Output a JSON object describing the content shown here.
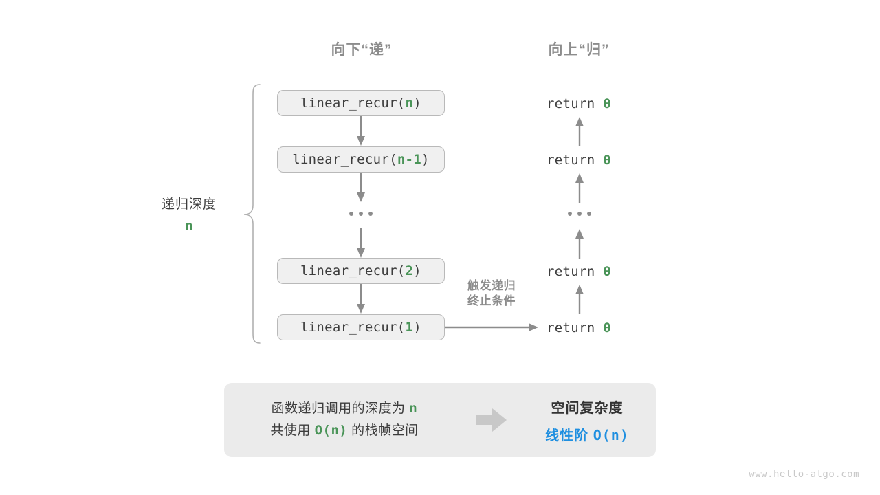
{
  "headers": {
    "down": "向下“递”",
    "up": "向上“归”"
  },
  "depth_label": {
    "text": "递归深度",
    "value": "n"
  },
  "call_stack": [
    {
      "prefix": "linear_recur(",
      "arg": "n",
      "suffix": ")"
    },
    {
      "prefix": "linear_recur(",
      "arg": "n-1",
      "suffix": ")"
    },
    {
      "ellipsis": "..."
    },
    {
      "prefix": "linear_recur(",
      "arg": "2",
      "suffix": ")"
    },
    {
      "prefix": "linear_recur(",
      "arg": "1",
      "suffix": ")"
    }
  ],
  "returns": [
    {
      "keyword": "return",
      "value": "0"
    },
    {
      "keyword": "return",
      "value": "0"
    },
    {
      "ellipsis": "..."
    },
    {
      "keyword": "return",
      "value": "0"
    },
    {
      "keyword": "return",
      "value": "0"
    }
  ],
  "trigger_note": {
    "line1": "触发递归",
    "line2": "终止条件"
  },
  "summary": {
    "left_line1_a": "函数递归调用的深度为",
    "left_line1_b": "n",
    "left_line2_a": "共使用",
    "left_line2_b": "O(n)",
    "left_line2_c": "的栈帧空间",
    "right_title": "空间复杂度",
    "right_value_a": "线性阶",
    "right_value_b": "O(n)"
  },
  "watermark": "www.hello-algo.com",
  "colors": {
    "accent_green": "#4a9458",
    "accent_blue": "#1f8fe0",
    "gray_text": "#8c8c8c",
    "box_fill": "#f0f0f0",
    "box_border": "#b9b9b9",
    "panel_fill": "#ebebeb",
    "arrow_gray": "#8c8c8c"
  }
}
